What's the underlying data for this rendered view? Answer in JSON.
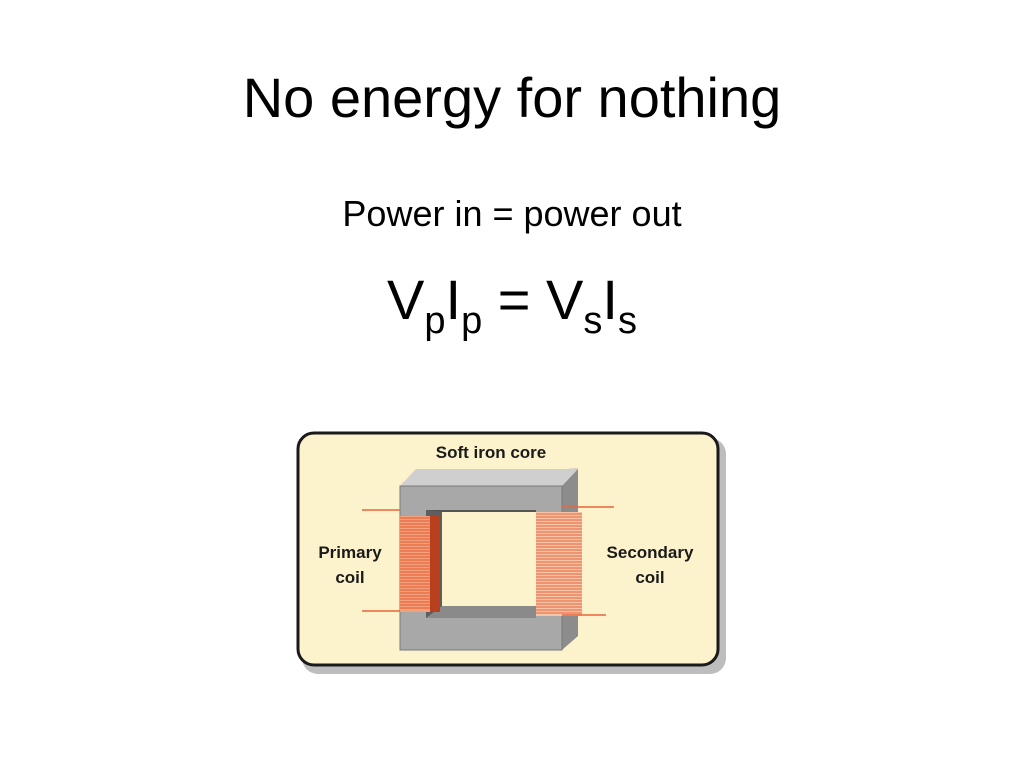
{
  "slide": {
    "title": "No energy for nothing",
    "subtitle": "Power in = power out",
    "equation": {
      "v_primary": "V",
      "v_primary_sub": "p",
      "i_primary": "I",
      "i_primary_sub": "p",
      "equals": "=",
      "v_secondary": "V",
      "v_secondary_sub": "s",
      "i_secondary": "I",
      "i_secondary_sub": "s"
    }
  },
  "diagram": {
    "core_label": "Soft iron core",
    "primary_label_line1": "Primary",
    "primary_label_line2": "coil",
    "secondary_label_line1": "Secondary",
    "secondary_label_line2": "coil",
    "colors": {
      "panel_fill": "#fcf2cc",
      "panel_border": "#1a1a1a",
      "core_face": "#a8a8a8",
      "core_top": "#c8c8c8",
      "core_dark": "#6e6e6e",
      "coil": "#e8663a",
      "coil_dark": "#b8401c"
    }
  }
}
